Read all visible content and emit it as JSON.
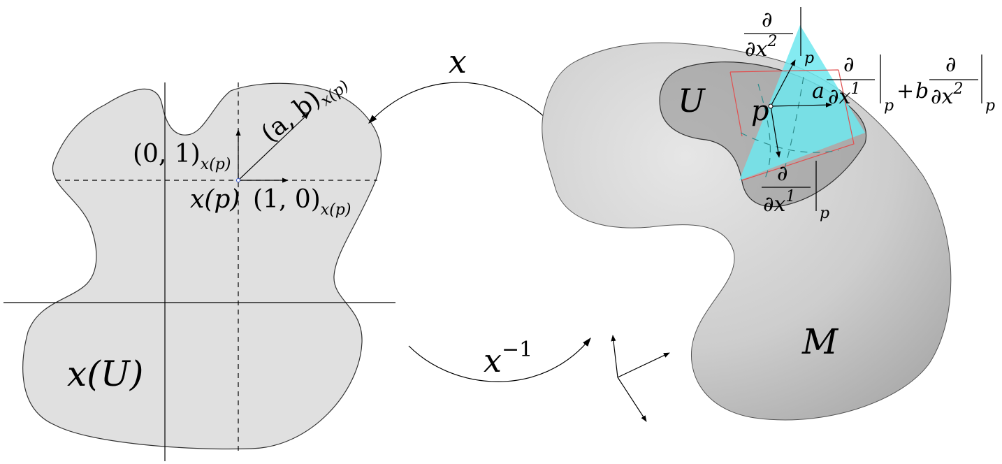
{
  "chart_space": {
    "region_label": "x(U)",
    "point_label": "x(p)",
    "vec_e1": "(1, 0)",
    "vec_e1_sub": "x(p)",
    "vec_e2": "(0, 1)",
    "vec_e2_sub": "x(p)",
    "vec_ab": "(a, b)",
    "vec_ab_sub": "x(p)"
  },
  "maps": {
    "forward": "x",
    "inverse_base": "x",
    "inverse_exp": "−1"
  },
  "manifold": {
    "label": "M",
    "patch_label": "U",
    "point_label": "p",
    "partial": "∂",
    "dx1": "∂x",
    "dx2": "∂x",
    "sup1": "1",
    "sup2": "2",
    "eval_sub": "p",
    "coef_a": "a",
    "coef_b": "b",
    "plus": "+"
  },
  "colors": {
    "region_fill": "#e0e0e0",
    "surface_fill": "#c9c9c9",
    "patch_fill": "#8a8a8a",
    "tangent_plane": "#6fe8ee",
    "plane_edge": "#e05050"
  }
}
